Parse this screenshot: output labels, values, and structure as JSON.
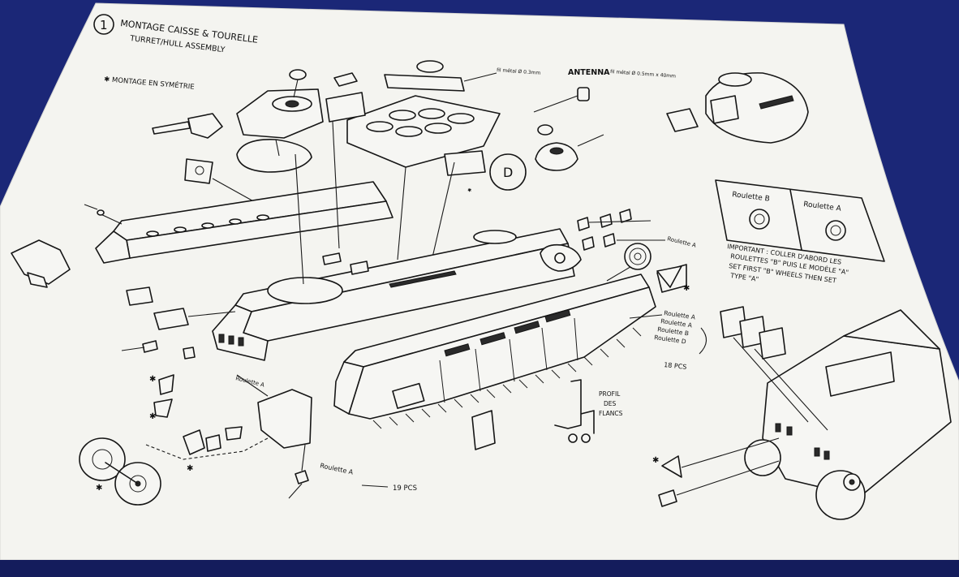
{
  "sheet": {
    "step_number": "1",
    "title_line1": "MONTAGE CAISSE & TOURELLE",
    "title_line2": "TURRET/HULL ASSEMBLY",
    "note_symmetry": "✱ MONTAGE EN SYMÉTRIE",
    "antenna_label": "ANTENNA",
    "small_note_antenna": "fil métal Ø 0.5mm x 40mm",
    "small_note_top": "fil métal Ø 0.3mm",
    "paper_color": "#f4f4f0",
    "ink_color": "#161616",
    "background_color": "#1b2777"
  },
  "labels": {
    "reference_d": "D",
    "roulette_a_top": "Roulette A",
    "roulette_a_1": "Roulette A",
    "roulette_a_2": "Roulette A",
    "roulette_b": "Roulette B",
    "roulette_d": "Roulette D",
    "pcs_18": "18 PCS",
    "roulette_a_bottom": "Roulette A",
    "pcs_19": "19 PCS",
    "roulette_left": "Roulette A",
    "profil_line1": "PROFIL",
    "profil_line2": "DES",
    "profil_line3": "FLANCS"
  },
  "legend_box": {
    "col_b_title": "Roulette B",
    "col_a_title": "Roulette A",
    "important_line1": "IMPORTANT : COLLER D'ABORD LES",
    "important_line2": "ROULETTES \"B\" PUIS LE MODÈLE \"A\"",
    "important_line3": "SET FIRST \"B\" WHEELS THEN SET",
    "important_line4": "TYPE \"A\""
  }
}
